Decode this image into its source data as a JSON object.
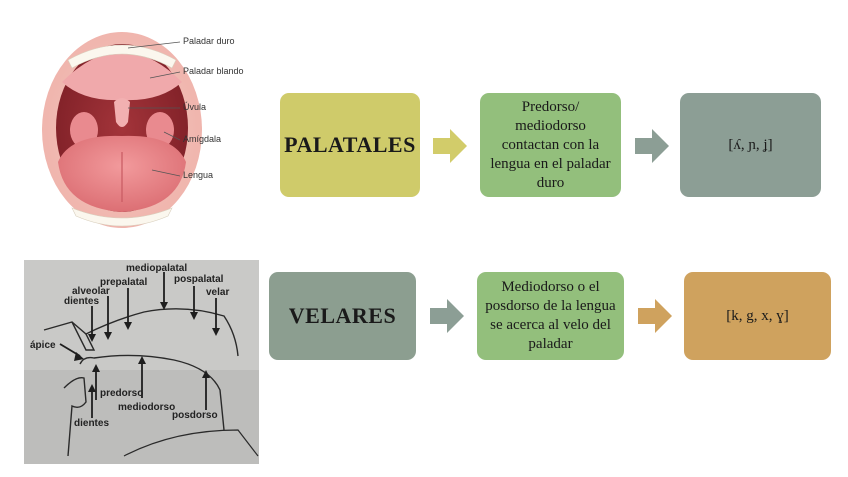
{
  "mouth_figure": {
    "labels": {
      "hard_palate": "Paladar duro",
      "soft_palate": "Paladar blando",
      "uvula": "Úvula",
      "tonsil": "Amígdala",
      "tongue": "Lengua"
    }
  },
  "tongue_sketch": {
    "labels": {
      "mediopalatal": "mediopalatal",
      "prepalatal": "prepalatal",
      "pospalatal": "pospalatal",
      "alveolar": "alveolar",
      "dientes_top": "dientes",
      "velar": "velar",
      "apice": "ápice",
      "predorso": "predorso",
      "mediodorso": "mediodorso",
      "posdorso": "posdorso",
      "dientes_bottom": "dientes"
    }
  },
  "rows": [
    {
      "title": "PALATALES",
      "description": "Predorso/ mediodorso contactan con la lengua en el paladar duro",
      "sounds": "[ʎ, ɲ, ʝ]",
      "colors": {
        "title": "#cfcb6a",
        "description": "#93bf7c",
        "sounds": "#8c9e95",
        "arrow1": "#d2cc6a",
        "arrow2": "#8c9e95"
      }
    },
    {
      "title": "VELARES",
      "description": "Mediodorso o el posdorso de la lengua se acerca al velo del paladar",
      "sounds": "[k, g,  x, ɣ]",
      "colors": {
        "title": "#8c9e90",
        "description": "#93bf7c",
        "sounds": "#cfa25e",
        "arrow1": "#8c9e95",
        "arrow2": "#cfa25e"
      }
    }
  ]
}
